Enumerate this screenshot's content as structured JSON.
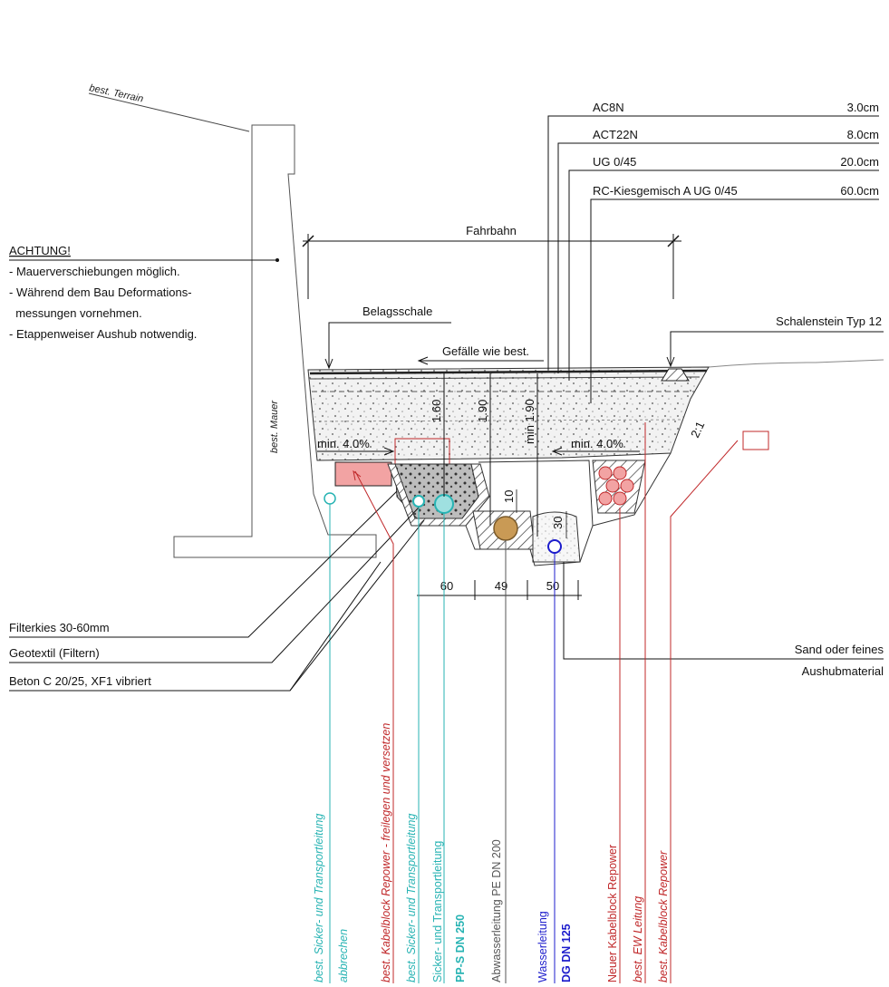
{
  "terrain_label": "best. Terrain",
  "wall_label": "best. Mauer",
  "layers": [
    {
      "name": "AC8N",
      "thickness": "3.0cm"
    },
    {
      "name": "ACT22N",
      "thickness": "8.0cm"
    },
    {
      "name": "UG 0/45",
      "thickness": "20.0cm"
    },
    {
      "name": "RC-Kiesgemisch A UG 0/45",
      "thickness": "60.0cm"
    }
  ],
  "fahrbahn": "Fahrbahn",
  "warning": {
    "title": "ACHTUNG!",
    "lines": [
      "- Mauerverschiebungen möglich.",
      "- Während dem Bau Deformations-",
      "  messungen vornehmen.",
      "- Etappenweiser Aushub notwendig."
    ]
  },
  "belagsschale": "Belagsschale",
  "schalenstein": "Schalenstein Typ 12",
  "gefaelle": "Gefälle wie best.",
  "slope_left": "min. 4.0%",
  "slope_right": "min. 4.0%",
  "depths": [
    "1.60",
    "1.90",
    "min 1.90"
  ],
  "embankment": "2:1",
  "dims_bottom": [
    "60",
    "49",
    "50"
  ],
  "dims_small": [
    "10",
    "30"
  ],
  "left_labels": [
    "Filterkies 30-60mm",
    "Geotextil (Filtern)",
    "Beton C 20/25, XF1 vibriert"
  ],
  "sand_label": [
    "Sand oder feines",
    "Aushubmaterial"
  ],
  "vertical_labels": [
    {
      "line1": "best. Sicker- und Transportleitung",
      "line2": "abbrechen",
      "color": "#27b3b3"
    },
    {
      "line1": "best. Kabelblock Repower - freilegen und versetzen",
      "line2": "",
      "color": "#c0282a"
    },
    {
      "line1": "best. Sicker- und Transportleitung",
      "line2": "",
      "color": "#27b3b3"
    },
    {
      "line1": "Sicker- und Transportleitung",
      "line2": "PP-S DN 250",
      "color": "#27b3b3"
    },
    {
      "line1": "Abwasserleitung PE DN 200",
      "line2": "",
      "color": "#555555"
    },
    {
      "line1": "Wasserleitung",
      "line2": "DG DN 125",
      "color": "#1c1ccc"
    },
    {
      "line1": "Neuer Kabelblock Repower",
      "line2": "",
      "color": "#c0282a"
    },
    {
      "line1": "best. EW Leitung",
      "line2": "",
      "color": "#c0282a"
    },
    {
      "line1": "best. Kabelblock Repower",
      "line2": "",
      "color": "#c0282a"
    }
  ]
}
